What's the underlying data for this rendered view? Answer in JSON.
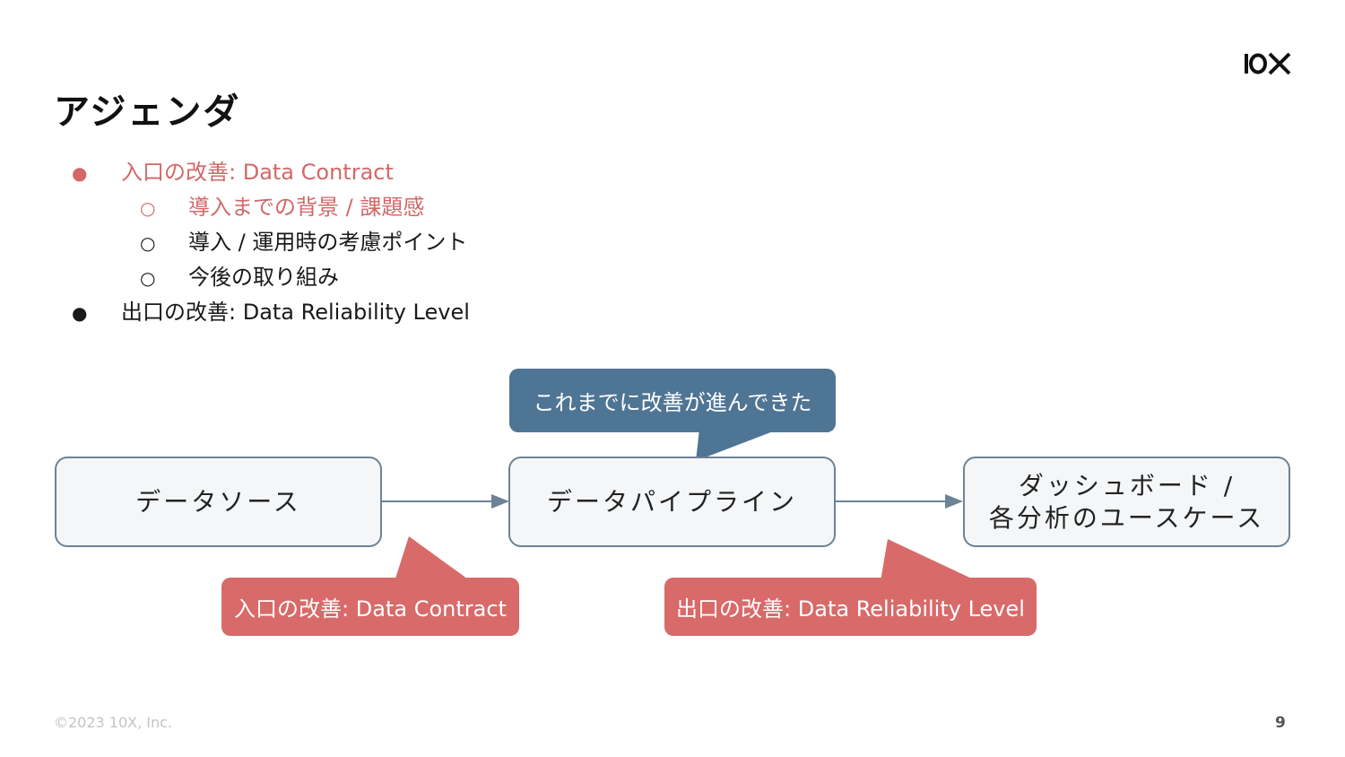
{
  "slide": {
    "title": "アジェンダ",
    "logo_text": "10X",
    "footer": "©2023 10X, Inc.",
    "page_number": "9"
  },
  "agenda": {
    "items": [
      {
        "marker": "●",
        "text": "入口の改善: Data Contract",
        "highlight": true
      },
      {
        "marker": "○",
        "text": "導入までの背景 / 課題感",
        "highlight": true
      },
      {
        "marker": "○",
        "text": "導入 / 運用時の考慮ポイント",
        "highlight": false
      },
      {
        "marker": "○",
        "text": "今後の取り組み",
        "highlight": false
      },
      {
        "marker": "●",
        "text": "出口の改善: Data Reliability Level",
        "highlight": false
      }
    ]
  },
  "diagram": {
    "nodes": {
      "source": "データソース",
      "pipeline": "データパイプライン",
      "dashboard_line1": "ダッシュボード /",
      "dashboard_line2": "各分析のユースケース"
    },
    "callouts": {
      "progress": "これまでに改善が進んできた",
      "entrance": "入口の改善: Data Contract",
      "exit": "出口の改善: Data Reliability Level"
    }
  },
  "colors": {
    "highlight": "#d26868",
    "callout_blue": "#4f7595",
    "callout_red": "#d86a6a",
    "node_border": "#6e8296",
    "node_fill": "#f4f6f8"
  }
}
